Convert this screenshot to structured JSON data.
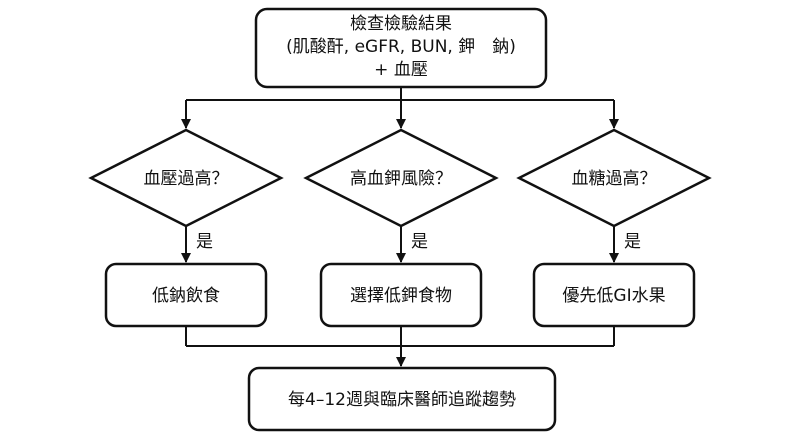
{
  "colors": {
    "stroke": "#111111",
    "fill": "#ffffff",
    "text": "#111111"
  },
  "top_box": {
    "line1": "檢查檢驗結果",
    "line2": "(肌酸酐, eGFR, BUN, 鉀　鈉)",
    "line3": "+ 血壓"
  },
  "decisions": [
    {
      "label": "血壓過高？"
    },
    {
      "label": "高血鉀風險？"
    },
    {
      "label": "血糖過高？"
    }
  ],
  "yes_label": "是",
  "actions": [
    {
      "label": "低鈉飲食"
    },
    {
      "label": "選擇低鉀食物"
    },
    {
      "label": "優先低GI水果"
    }
  ],
  "bottom_box": {
    "label": "每4–12週與臨床醫師追蹤趨勢"
  }
}
